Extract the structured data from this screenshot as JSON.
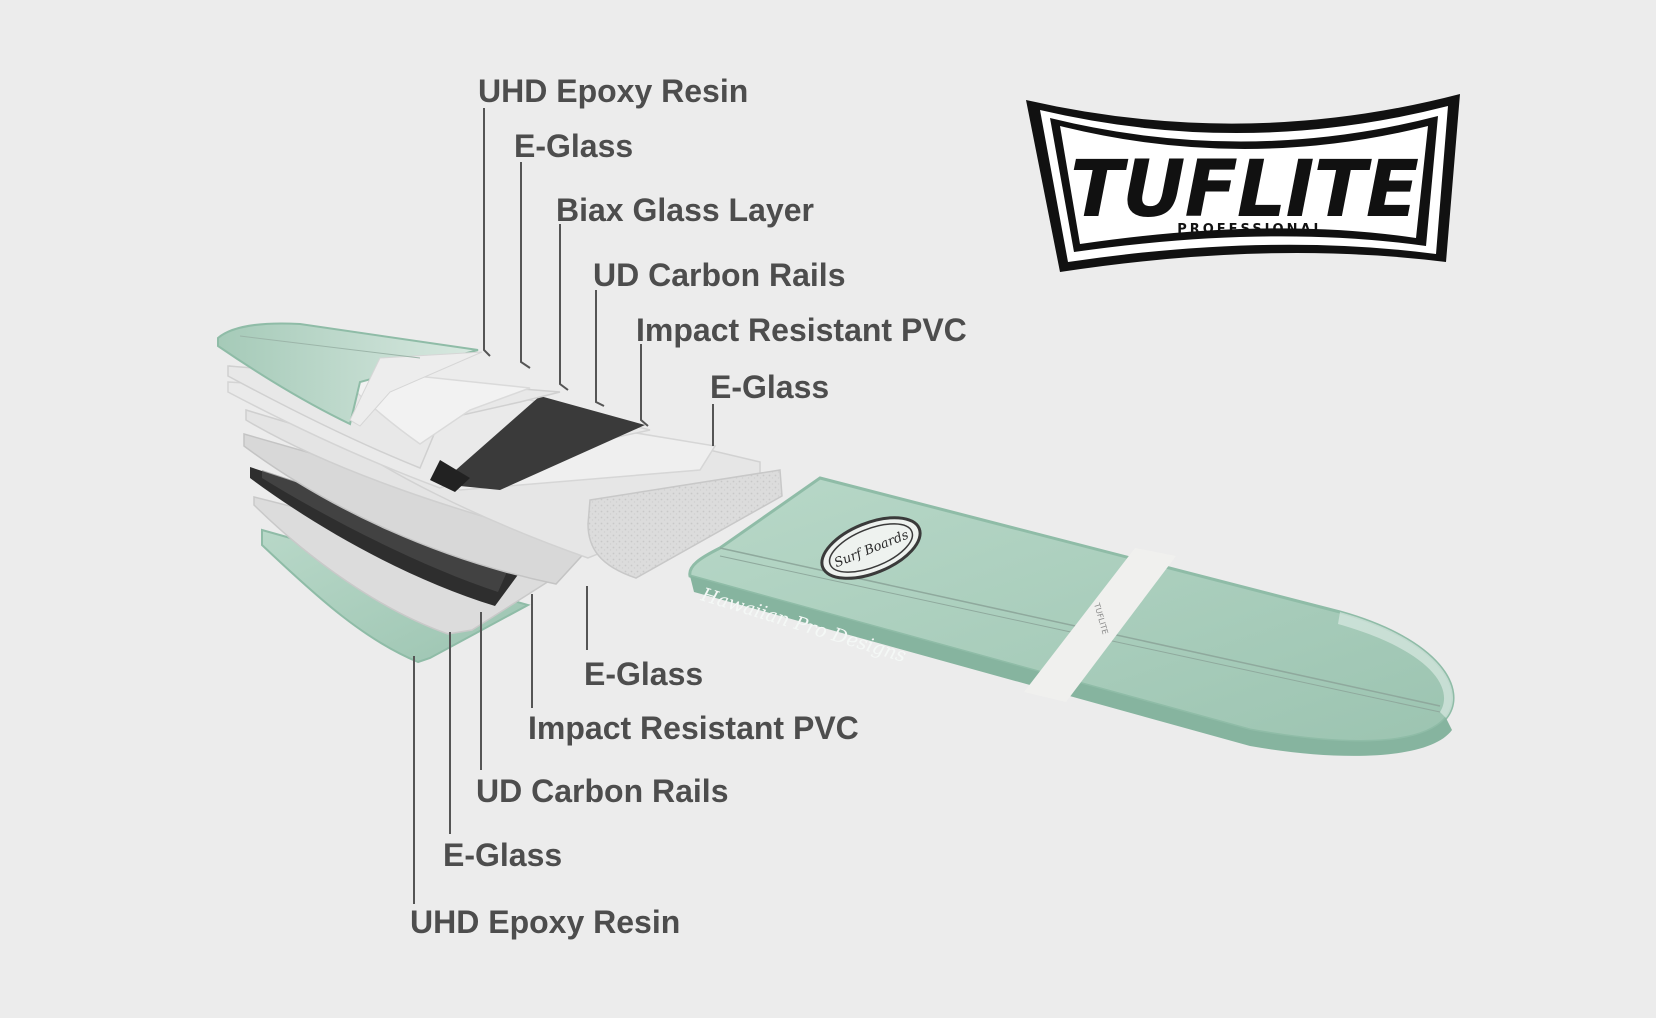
{
  "diagram": {
    "top_callouts": [
      {
        "label": "UHD Epoxy Resin"
      },
      {
        "label": "E-Glass"
      },
      {
        "label": "Biax Glass Layer"
      },
      {
        "label": "UD Carbon Rails"
      },
      {
        "label": "Impact Resistant PVC"
      },
      {
        "label": "E-Glass"
      }
    ],
    "bottom_callouts": [
      {
        "label": "E-Glass"
      },
      {
        "label": "Impact Resistant PVC"
      },
      {
        "label": "UD Carbon Rails"
      },
      {
        "label": "E-Glass"
      },
      {
        "label": "UHD Epoxy Resin"
      }
    ]
  },
  "logo": {
    "brand": "TUFLITE",
    "subtitle": "PROFESSIONAL"
  },
  "board_graphics": {
    "emblem_name": "Surf Boards",
    "script_signature": "Hawaiian Pro Designs",
    "stringer_mark": "TUFLITE"
  },
  "colors": {
    "background": "#ececec",
    "board_mint": "#a6cbbb",
    "board_rail": "#8fbca7",
    "carbon": "#3a3a3a",
    "glass": "#e2e2e2",
    "label_text": "#4d4d4d",
    "leader_line": "#555555"
  }
}
